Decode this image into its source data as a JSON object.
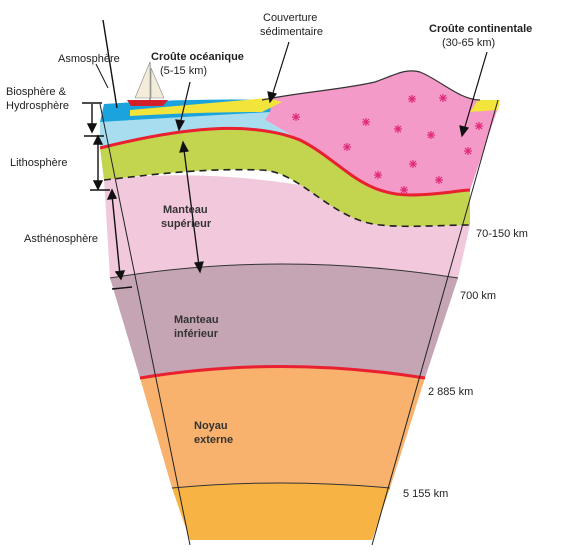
{
  "layers_left": {
    "atmosphere": "Asmosphère",
    "biosphere_line1": "Biosphère &",
    "biosphere_line2": "Hydrosphère",
    "lithosphere": "Lithosphère",
    "asthenosphere": "Asthénosphère"
  },
  "top_labels": {
    "oceanic_crust_title": "Croûte océanique",
    "oceanic_crust_depth": "(5-15 km)",
    "sedimentary_line1": "Couverture",
    "sedimentary_line2": "sédimentaire",
    "continental_crust_title": "Croûte continentale",
    "continental_crust_depth": "(30-65 km)"
  },
  "inner_labels": {
    "upper_mantle_line1": "Manteau",
    "upper_mantle_line2": "supérieur",
    "lower_mantle_line1": "Manteau",
    "lower_mantle_line2": "inférieur",
    "outer_core_line1": "Noyau",
    "outer_core_line2": "externe"
  },
  "depths": {
    "d1": "70-150 km",
    "d2": "700 km",
    "d3": "2 885 km",
    "d4": "5 155 km"
  },
  "colors": {
    "ocean": "#1aa3dd",
    "oceanic_crust": "#a8dcef",
    "continental_crust": "#f49ac8",
    "lithospheric_mantle": "#c3d44f",
    "asthenosphere": "#f2c9dc",
    "lower_mantle": "#c5a5b4",
    "outer_core": "#f8b26d",
    "inner_core": "#f7b445",
    "boundary_red": "#e8202f",
    "sediment": "#f2e43a"
  }
}
